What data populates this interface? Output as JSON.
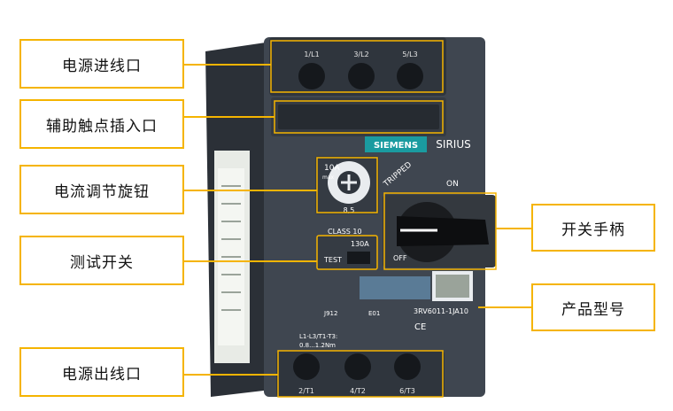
{
  "device": {
    "brand": "SIEMENS",
    "series": "SIRIUS",
    "terminals_top": [
      "1/L1",
      "3/L2",
      "5/L3"
    ],
    "terminals_bottom": [
      "2/T1",
      "4/T2",
      "6/T3"
    ],
    "dial_range_max": "10A",
    "dial_range_max_sub": "max",
    "dial_range_min": "8,5",
    "tripped_label": "TRIPPED",
    "on_label": "ON",
    "off_label": "OFF",
    "class_label": "CLASS 10",
    "current_label": "130A",
    "test_label": "TEST",
    "part_number": "3RV6011-1JA10",
    "marking_left": "J912",
    "marking_mid": "E01",
    "terminal_spec": "L1-L3/T1-T3:",
    "terminal_spec2": "0.8...1.2Nm",
    "ce_mark": "CE"
  },
  "callouts": {
    "power_in": "电源进线口",
    "aux_contact": "辅助触点插入口",
    "current_knob": "电流调节旋钮",
    "test_switch": "测试开关",
    "power_out": "电源出线口",
    "handle": "开关手柄",
    "model": "产品型号"
  },
  "colors": {
    "accent": "#f5b400",
    "body": "#3f4650",
    "body_dark": "#2f353d",
    "brand_teal": "#1a9ba0"
  }
}
